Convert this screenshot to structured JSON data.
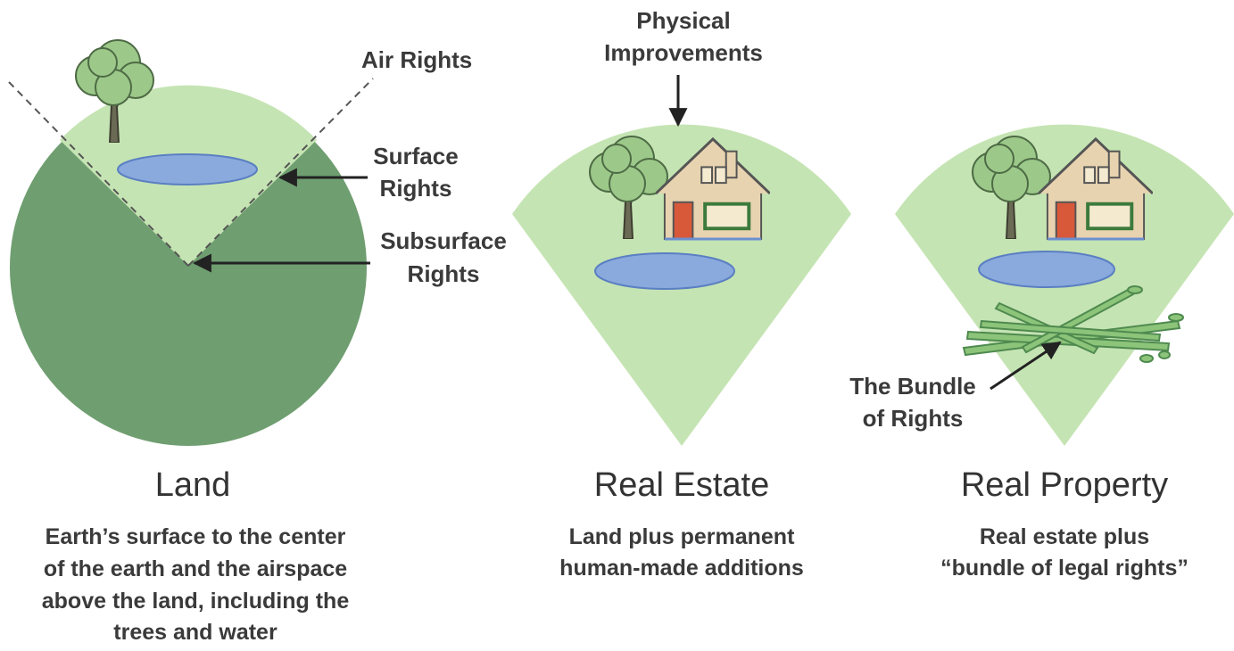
{
  "panels": [
    {
      "heading": "Land",
      "description": [
        "Earth’s surface to the center",
        "of the earth and the airspace",
        "above the land, including the",
        "trees and water"
      ]
    },
    {
      "heading": "Real Estate",
      "description": [
        "Land plus permanent",
        "human-made additions"
      ]
    },
    {
      "heading": "Real Property",
      "description": [
        "Real estate plus",
        "“bundle of legal rights”"
      ]
    }
  ],
  "callouts": {
    "air_rights": "Air Rights",
    "surface_rights": [
      "Surface",
      "Rights"
    ],
    "subsurface_rights": [
      "Subsurface",
      "Rights"
    ],
    "physical_improvements": [
      "Physical",
      "Improvements"
    ],
    "bundle_of_rights": [
      "The Bundle",
      "of Rights"
    ]
  },
  "colors": {
    "earth_dark": "#6f9e70",
    "earth_light": "#c5e4b3",
    "water": "#8aa9dd",
    "house": "#e8d3b0",
    "door": "#d8583a",
    "tree": "#9cc98a"
  }
}
